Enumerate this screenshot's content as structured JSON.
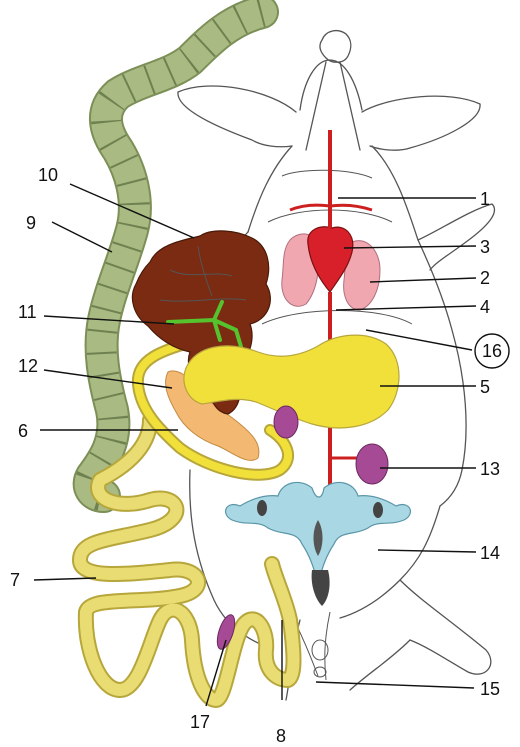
{
  "figure": {
    "labels": {
      "l1": "1",
      "l2": "2",
      "l3": "3",
      "l4": "4",
      "l5": "5",
      "l6": "6",
      "l7": "7",
      "l8": "8",
      "l9": "9",
      "l10": "10",
      "l11": "11",
      "l12": "12",
      "l13": "13",
      "l14": "14",
      "l15": "15",
      "l16": "16",
      "l17": "17"
    },
    "colors": {
      "large_intestine": "#a9bb83",
      "liver": "#7a2b12",
      "heart": "#d8202a",
      "lungs": "#f0a7b0",
      "stomach": "#f2e03a",
      "small_intestine": "#e8dc72",
      "pancreas": "#f3b872",
      "spleen_kidney": "#a64a95",
      "urogenital": "#a9d8e4",
      "bile": "#55c22e",
      "vessels": "#cc2020"
    }
  }
}
